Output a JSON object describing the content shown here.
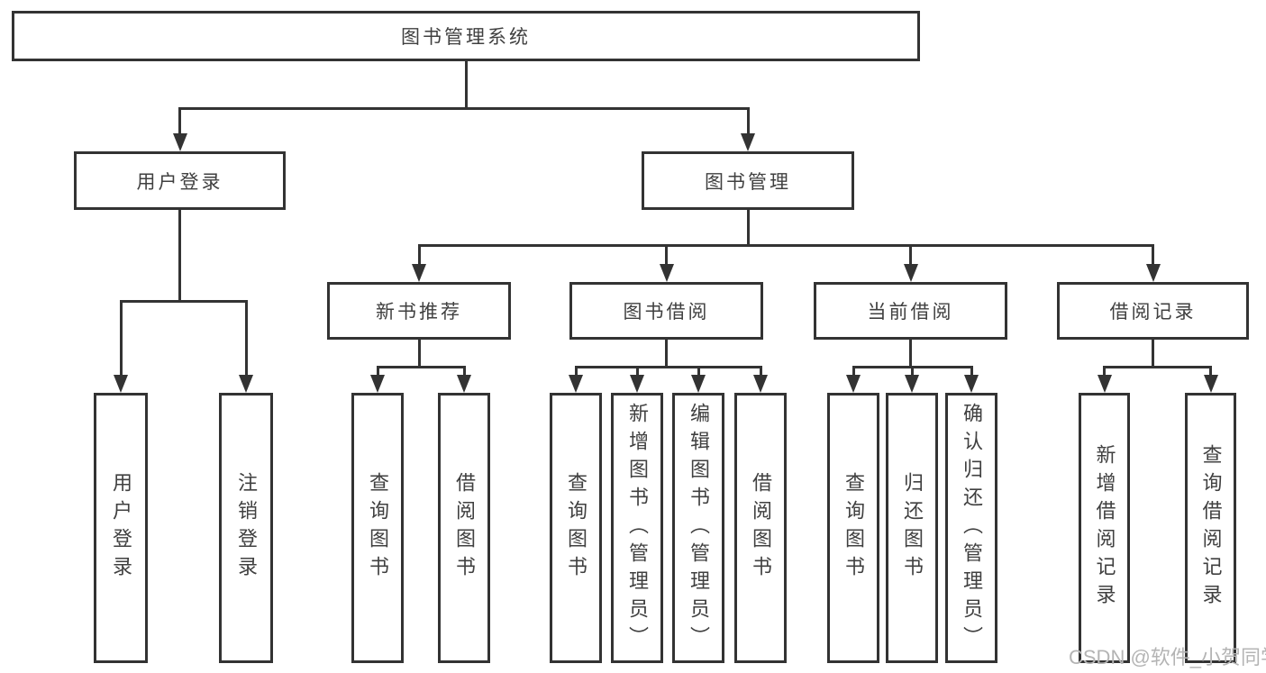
{
  "diagram": {
    "title_node": "图书管理系统",
    "nodes": {
      "root": "图书管理系统",
      "user_login": "用户登录",
      "book_management": "图书管理",
      "new_book_recommend": "新书推荐",
      "book_borrowing": "图书借阅",
      "current_borrowing": "当前借阅",
      "borrowing_records": "借阅记录",
      "user_login_children": [
        "用户登录",
        "注销登录"
      ],
      "new_book_recommend_children": [
        "查询图书",
        "借阅图书"
      ],
      "book_borrowing_children": [
        "查询图书",
        "新增图书（管理员）",
        "编辑图书（管理员）",
        "借阅图书"
      ],
      "current_borrowing_children": [
        "查询图书",
        "归还图书",
        "确认归还（管理员）"
      ],
      "borrowing_records_children": [
        "新增借阅记录",
        "查询借阅记录"
      ]
    }
  },
  "watermark": {
    "text": "CSDN @软件_小贺同学"
  },
  "colors": {
    "line": "#333333",
    "text": "#404040",
    "watermark": "#b4b4b4",
    "background": "#ffffff"
  }
}
